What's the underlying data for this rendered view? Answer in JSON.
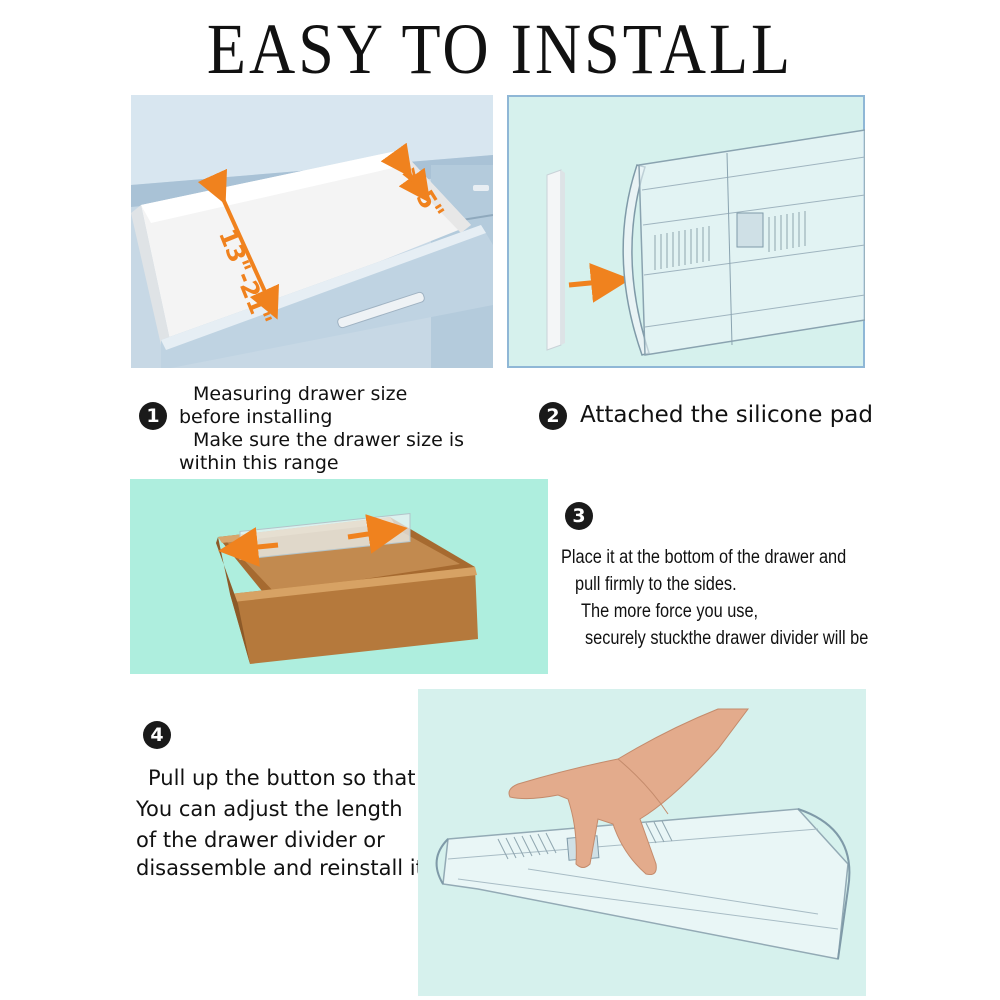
{
  "title": "EASY TO INSTALL",
  "colors": {
    "accent_orange": "#f0821e",
    "mint_background": "#aeeede",
    "light_mint": "#d6f1ed",
    "cabinet_blue": "#b4cbdc",
    "wood": "#b5793c",
    "step_badge": "#1a1a1a"
  },
  "step1": {
    "number": "1",
    "lines": [
      "Measuring drawer size",
      "before installing",
      "Make sure the drawer size is",
      "within this range"
    ],
    "length_label": "13\"-21\"",
    "depth_label": "> 5\""
  },
  "step2": {
    "number": "2",
    "text": "Attached the silicone pad"
  },
  "step3": {
    "number": "3",
    "lines": [
      "Place it at the bottom of the drawer and",
      "pull firmly to the sides.",
      "The more force you use,",
      "securely stuckthe drawer divider will be"
    ]
  },
  "step4": {
    "number": "4",
    "lines": [
      "Pull up the button so that",
      "You can adjust the length",
      "of the drawer divider or",
      "disassemble and reinstall it"
    ]
  }
}
